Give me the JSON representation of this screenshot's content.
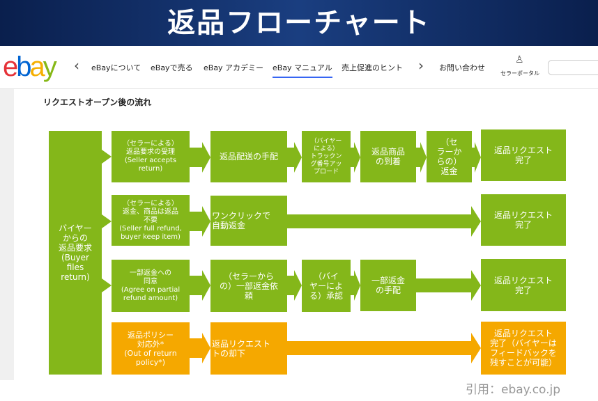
{
  "banner": {
    "title": "返品フローチャート"
  },
  "nav": {
    "logo": [
      "e",
      "b",
      "a",
      "y"
    ],
    "items": [
      "eBayについて",
      "eBayで売る",
      "eBay アカデミー",
      "eBay マニュアル",
      "売上促進のヒント"
    ],
    "contact": "お問い合わせ",
    "seller_portal": "セラーポータル",
    "prev_icon": "chevron-left",
    "next_icon": "chevron-right"
  },
  "section_title": "リクエストオープン後の流れ",
  "flow": {
    "start": "バイヤー\nからの\n返品要求\n(Buyer\nfiles\nreturn)",
    "row1": [
      "（セラーによる）\n返品要求の受理\n(Seller accepts\nreturn)",
      "返品配送の手配",
      "（バイヤー\nによる）\nトラックン\nグ番号アッ\nプロード",
      "返品商品\nの到着",
      "（セ\nラーか\nらの）\n返金",
      "返品リクエスト\n完了"
    ],
    "row2": [
      "（セラーによる）\n返金、商品は返品\n不要\n(Seller full refund,\nbuyer keep item)",
      "ワンクリックで\n自動返金",
      "返品リクエスト\n完了"
    ],
    "row3": [
      "一部返金への\n同意\n(Agree on partial\nrefund amount)",
      "（セラーから\nの）一部返金依\n頼",
      "（バイ\nヤーによ\nる）承認",
      "一部返金\nの手配",
      "返品リクエスト\n完了"
    ],
    "row4": [
      "返品ポリシー\n対応外*\n(Out of return\npolicy*)",
      "返品リクエスト\nトの却下",
      "返品リクエスト\n完了（バイヤーは\nフィードバックを\n残すことが可能）"
    ]
  },
  "colors": {
    "green": "#84b71a",
    "orange": "#f5a800",
    "banner": "#12306a"
  },
  "citation": "引用：ebay.co.jp"
}
